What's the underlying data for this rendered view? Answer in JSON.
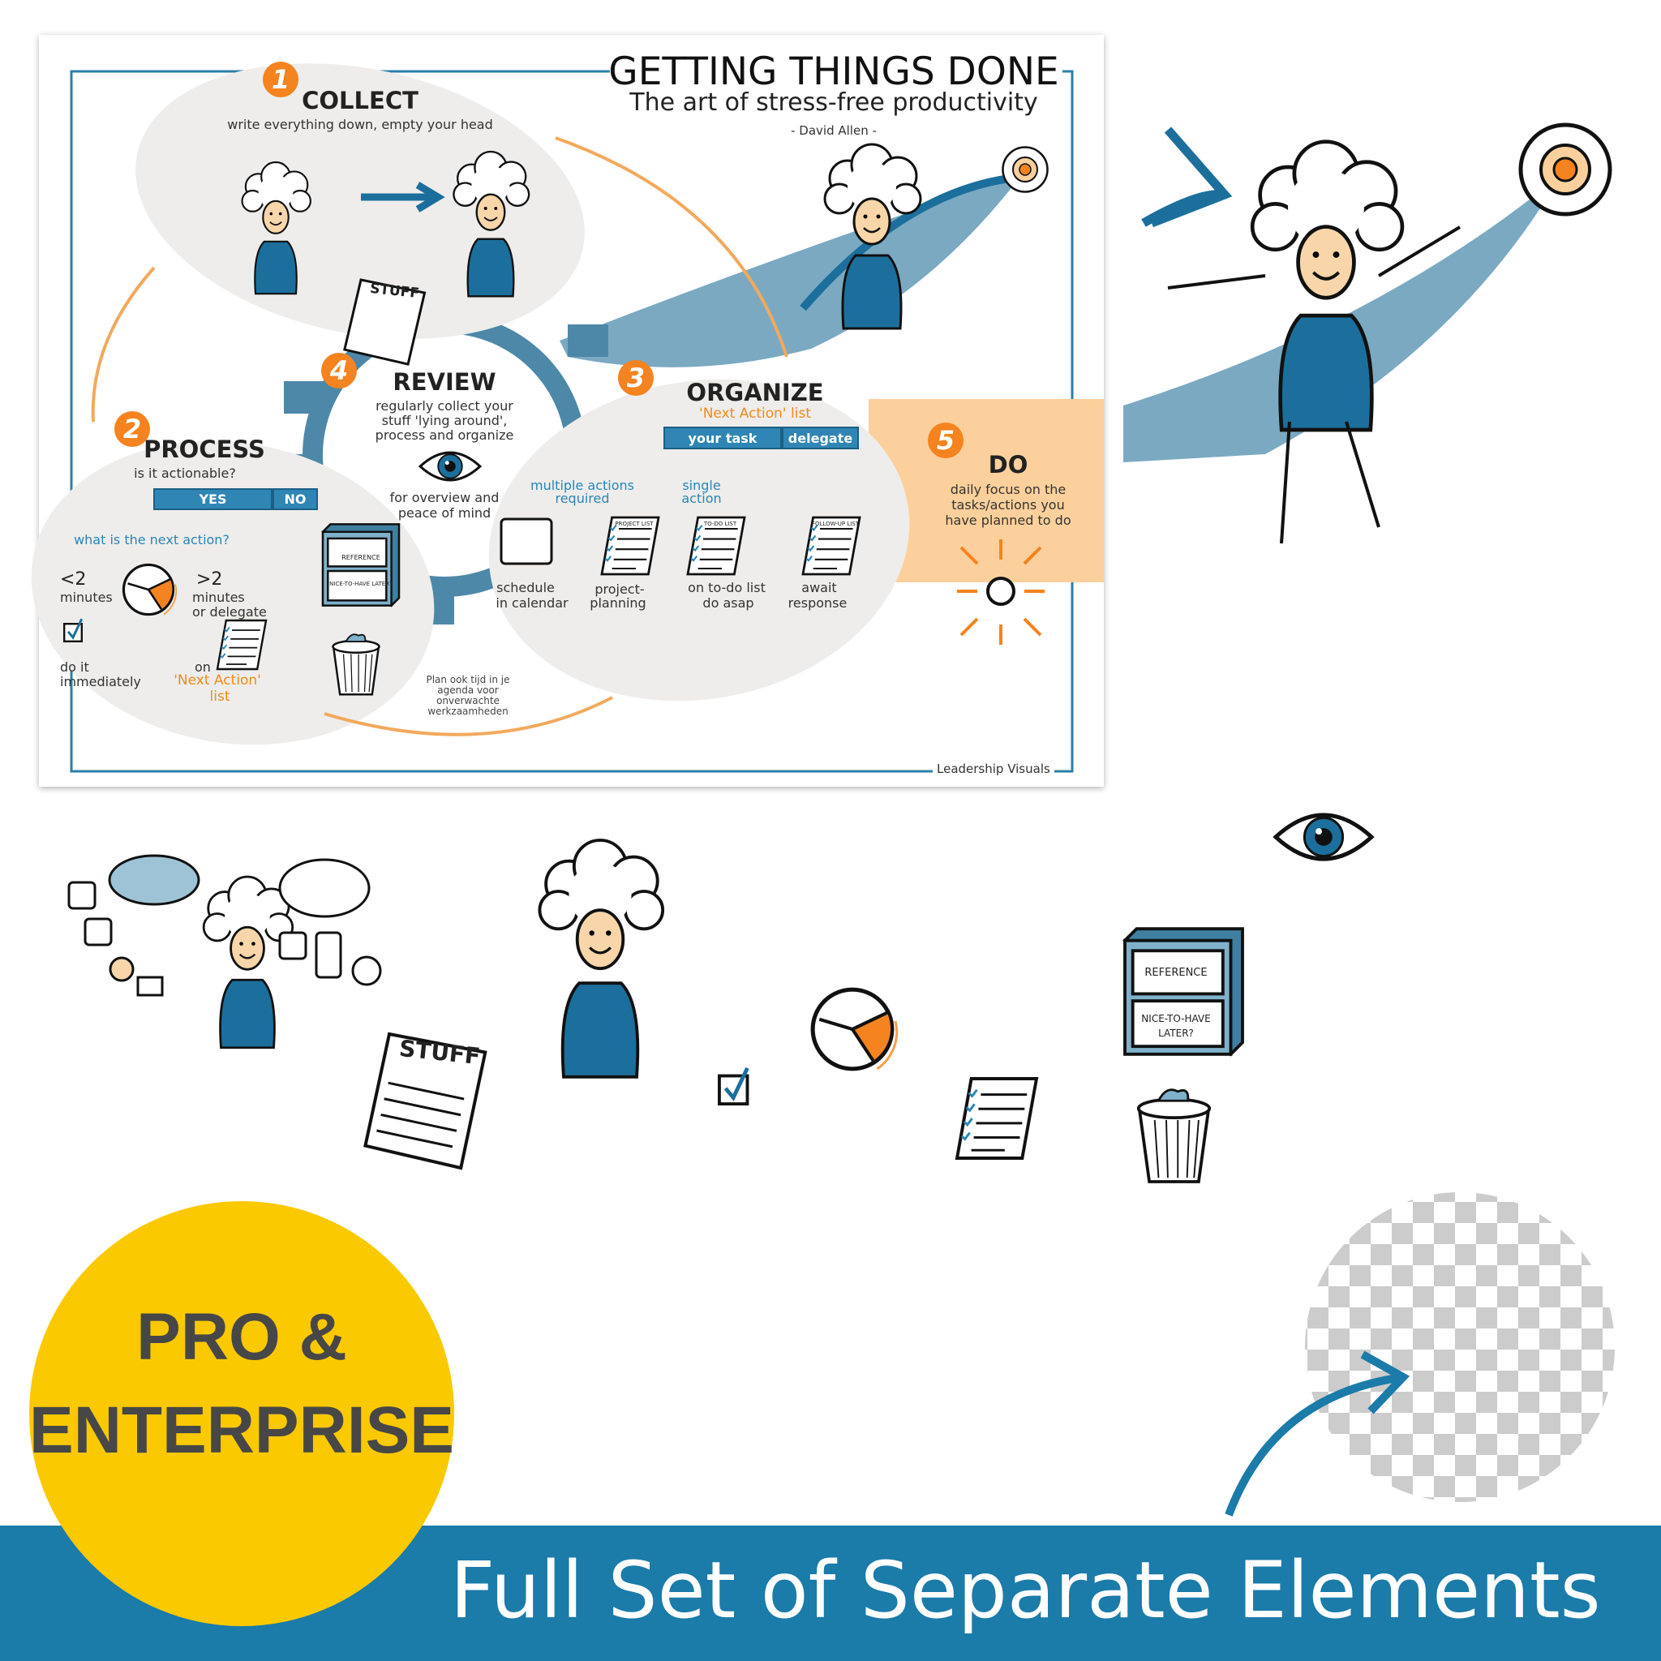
{
  "poster": {
    "title": "GETTING THINGS DONE",
    "subtitle": "The art of stress-free productivity",
    "author": "- David Allen -",
    "brand": "Leadership Visuals",
    "collect": {
      "number": "1",
      "heading": "COLLECT",
      "desc": "write everything down, empty your head",
      "stuff_label": "STUFF"
    },
    "process": {
      "number": "2",
      "heading": "PROCESS",
      "question": "is it actionable?",
      "yes": "YES",
      "no": "NO",
      "next_action": "what is the next action?",
      "less_2": "<2",
      "less_2_unit": "minutes",
      "more_2": ">2",
      "more_2_unit": "minutes",
      "more_2_extra": "or delegate",
      "do_it_1": "do it",
      "do_it_2": "immediately",
      "on": "on",
      "next_action_list": "'Next Action'",
      "list": "list",
      "reference": "REFERENCE",
      "nice_to_have": "NICE-TO-HAVE LATER?"
    },
    "review": {
      "number": "4",
      "heading": "REVIEW",
      "desc_1": "regularly collect your",
      "desc_2": "stuff 'lying around',",
      "desc_3": "process and organize",
      "overview_1": "for overview and",
      "overview_2": "peace of mind"
    },
    "organize": {
      "number": "3",
      "heading": "ORGANIZE",
      "sub": "'Next Action' list",
      "your_task": "your task",
      "delegate": "delegate",
      "multiple_1": "multiple actions",
      "multiple_2": "required",
      "single_1": "single",
      "single_2": "action",
      "schedule_1": "schedule",
      "schedule_2": "in calendar",
      "project_1": "project-",
      "project_2": "planning",
      "todo_1": "on to-do list",
      "todo_2": "do asap",
      "await_1": "await",
      "await_2": "response",
      "project_list": "PROJECT LIST",
      "todo_list": "TO-DO LIST",
      "followup_list": "FOLLOW-UP LIST",
      "note_1": "Plan ook tijd in je",
      "note_2": "agenda voor",
      "note_3": "onverwachte",
      "note_4": "werkzaamheden"
    },
    "do": {
      "number": "5",
      "heading": "DO",
      "desc_1": "daily focus on the",
      "desc_2": "tasks/actions you",
      "desc_3": "have planned to do"
    }
  },
  "elements": {
    "stuff_label": "STUFF",
    "reference": "REFERENCE",
    "nice_to_have_1": "NICE-TO-HAVE",
    "nice_to_have_2": "LATER?"
  },
  "badge": {
    "line_1": "PRO &",
    "line_2": "ENTERPRISE"
  },
  "banner": {
    "text": "Full Set of Separate Elements"
  },
  "colors": {
    "blue": "#1b7ba9",
    "orange": "#f5831f",
    "yellow": "#fbc900",
    "peach": "#fcd09c",
    "bubble": "#eeedeb"
  }
}
